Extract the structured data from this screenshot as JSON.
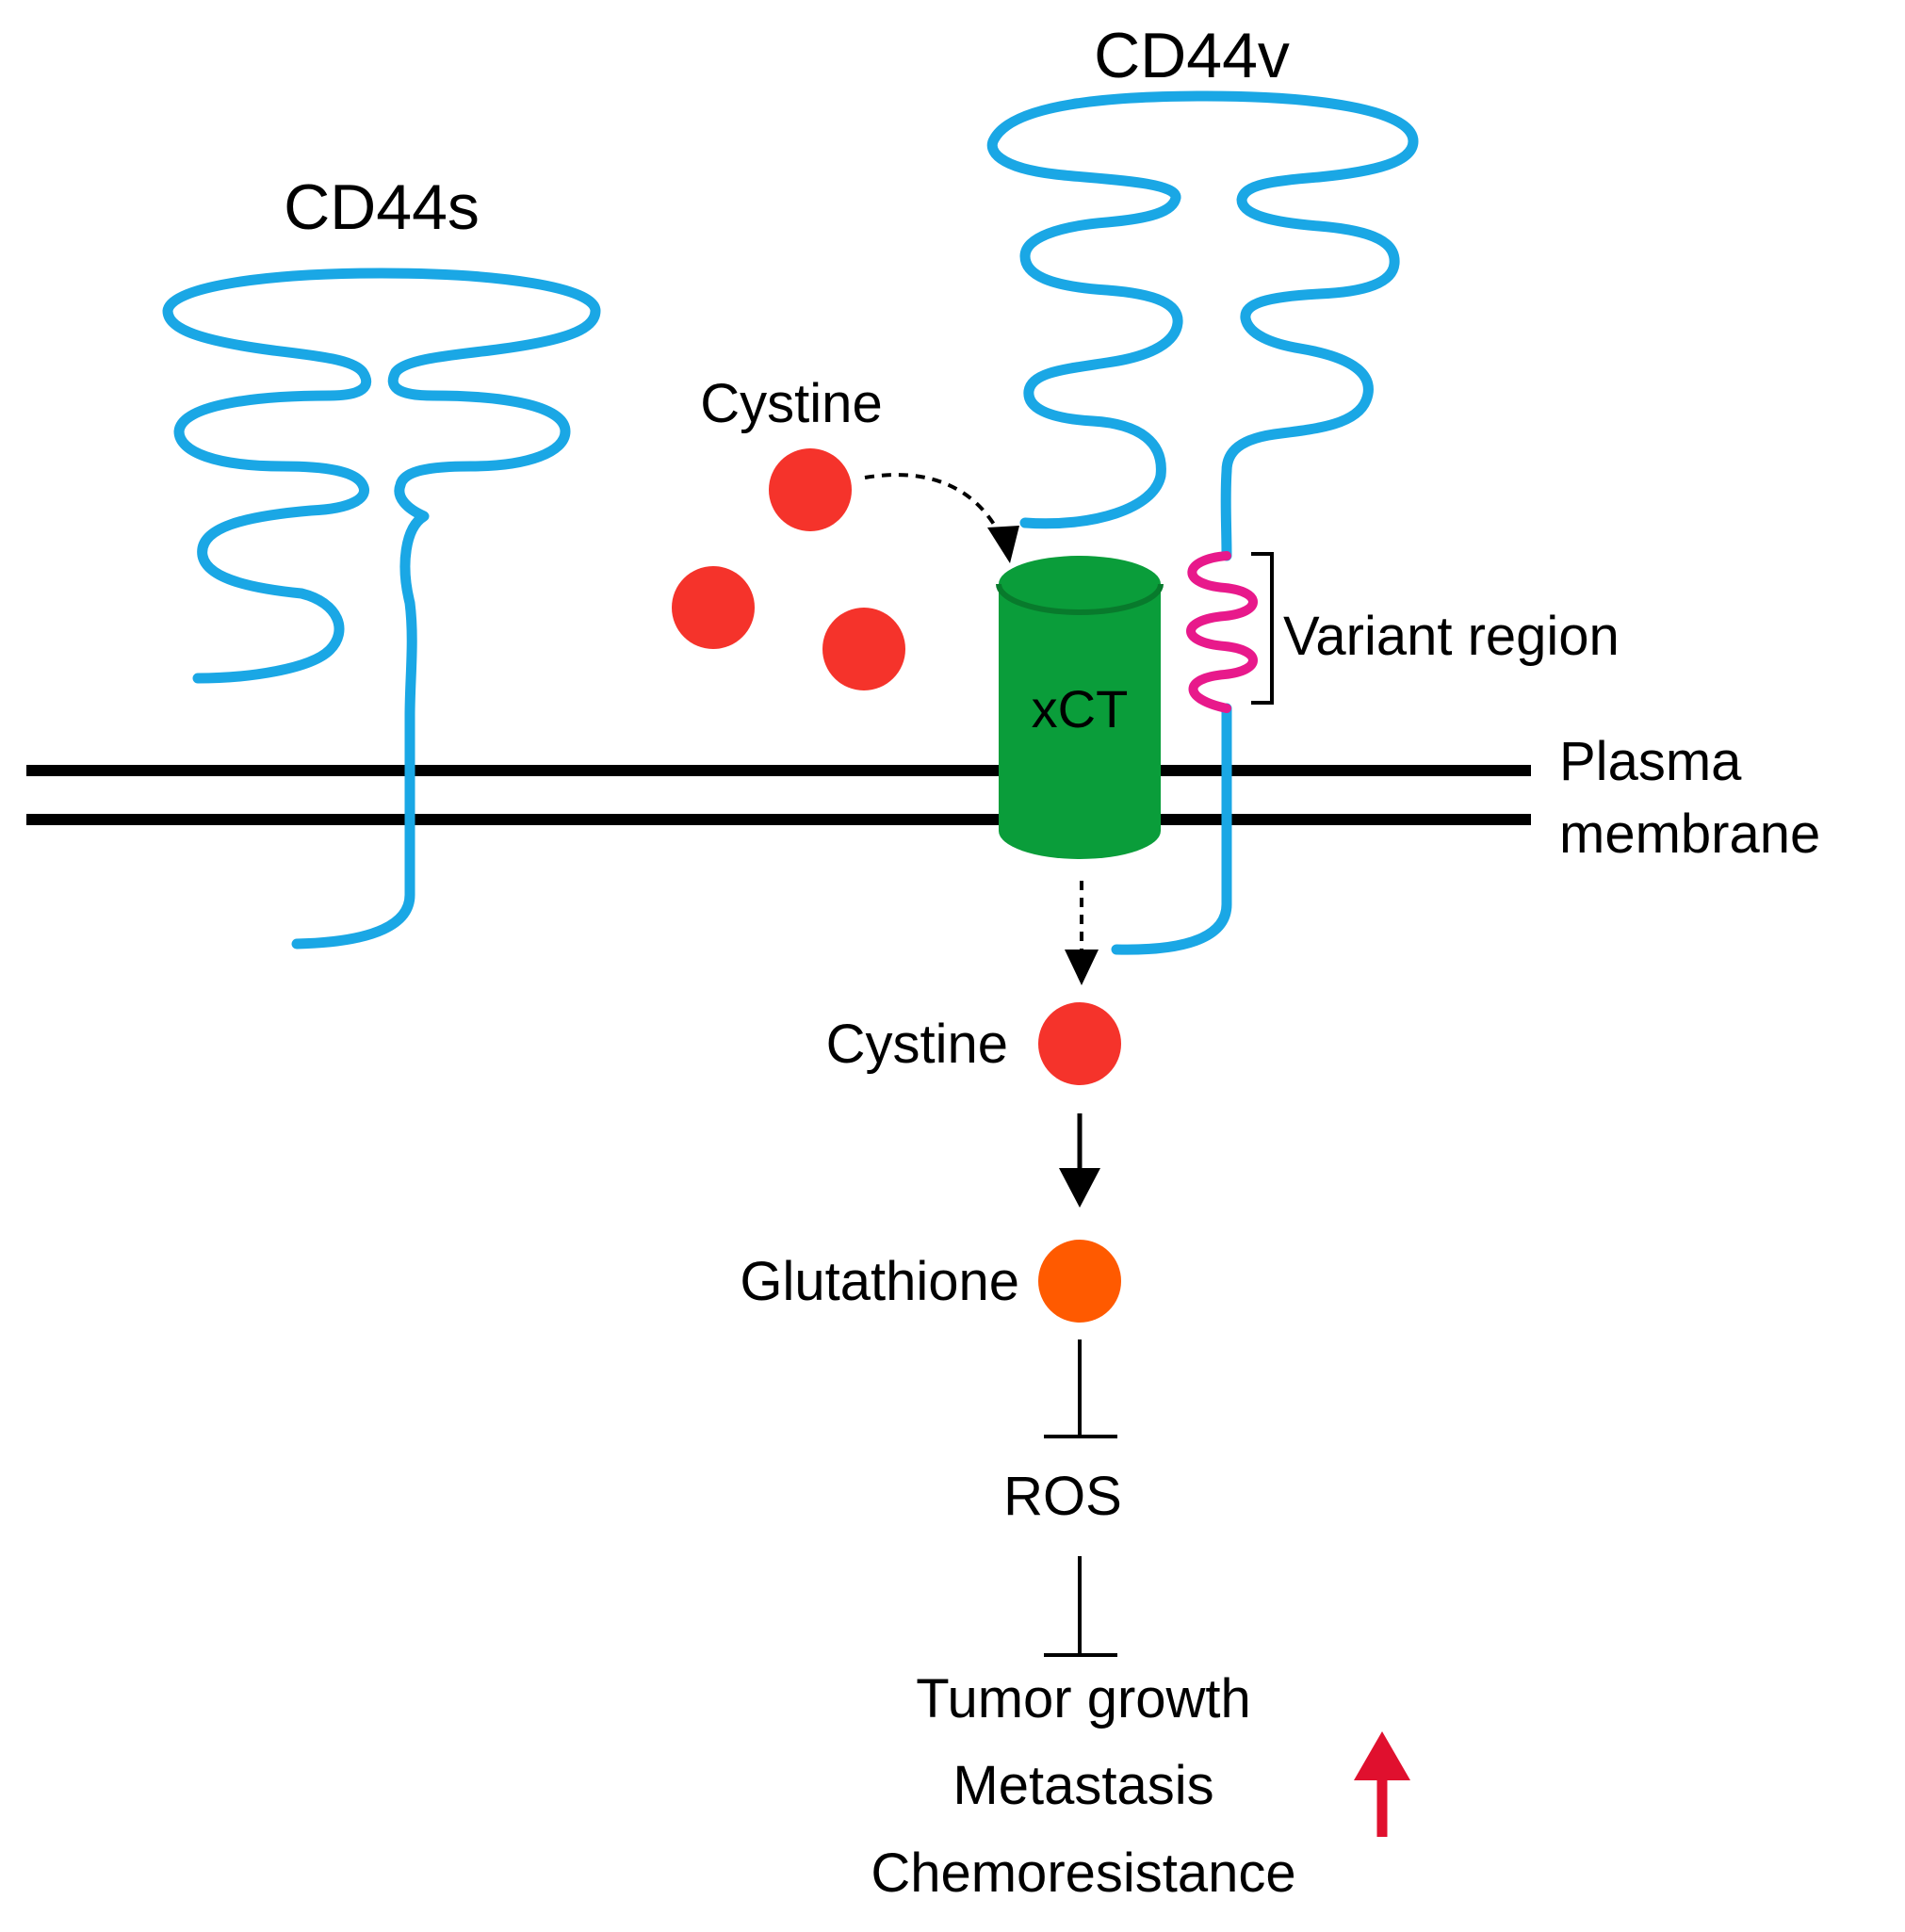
{
  "labels": {
    "cd44s": "CD44s",
    "cd44v": "CD44v",
    "cystine_out": "Cystine",
    "xct": "xCT",
    "variant_region": "Variant region",
    "plasma_membrane_1": "Plasma",
    "plasma_membrane_2": "membrane",
    "cystine_in": "Cystine",
    "glutathione": "Glutathione",
    "ros": "ROS",
    "outcome_1": "Tumor growth",
    "outcome_2": "Metastasis",
    "outcome_3": "Chemoresistance"
  },
  "colors": {
    "cd44_strand": "#1aa7e5",
    "variant_coil": "#e8198b",
    "xct_body": "#0a9d3a",
    "xct_edge": "#087a2c",
    "cystine": "#f5332b",
    "glutathione": "#ff5a00",
    "up_arrow": "#e0102e",
    "ink": "#000000"
  }
}
